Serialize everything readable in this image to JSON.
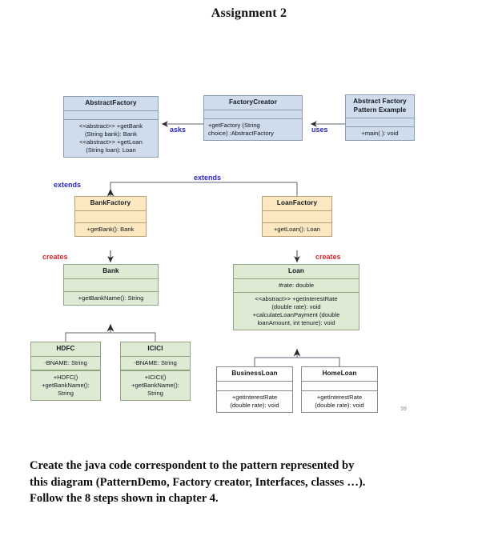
{
  "document": {
    "title": "Assignment 2",
    "page_number": "39"
  },
  "instructions": {
    "lines": [
      "Create the java code correspondent to the pattern represented by",
      "this diagram (PatternDemo, Factory creator, Interfaces, classes …).",
      "Follow the 8 steps shown in chapter 4."
    ]
  },
  "colors": {
    "abstract_box": "#cfdcec",
    "factory_box": "#fbe8c0",
    "product_box": "#dfead4",
    "leaf_box": "#fdfdfd",
    "extends_label": "#2a27c4",
    "creates_label": "#d8262c",
    "line": "#5a6470"
  },
  "diagram": {
    "type": "uml-class-diagram",
    "pattern": "Abstract Factory Pattern Example",
    "classes": [
      {
        "id": "abstract-factory",
        "name": "AbstractFactory",
        "color": "abstract_box",
        "attributes": [],
        "methods": [
          "<<abstract>> +getBank",
          "(String bank): Bank",
          "<<abstract>> +getLoan",
          "(String loan): Loan"
        ]
      },
      {
        "id": "factory-creator",
        "name": "FactoryCreator",
        "color": "abstract_box",
        "attributes": [],
        "methods": [
          "+getFactory (String",
          "choice) :AbstractFactory"
        ]
      },
      {
        "id": "pattern-example",
        "name_lines": [
          "Abstract Factory",
          "Pattern Example"
        ],
        "name": "Abstract Factory Pattern Example",
        "color": "abstract_box",
        "attributes": [],
        "methods": [
          "+main( ): void"
        ]
      },
      {
        "id": "bank-factory",
        "name": "BankFactory",
        "color": "factory_box",
        "attributes": [],
        "methods": [
          "+getBank(): Bank"
        ]
      },
      {
        "id": "loan-factory",
        "name": "LoanFactory",
        "color": "factory_box",
        "attributes": [],
        "methods": [
          "+getLoan(): Loan"
        ]
      },
      {
        "id": "bank",
        "name": "Bank",
        "color": "product_box",
        "attributes": [],
        "methods": [
          "+getBankName(): String"
        ]
      },
      {
        "id": "loan",
        "name": "Loan",
        "color": "product_box",
        "attributes": [
          "#rate: double"
        ],
        "methods": [
          "<<abstract>> +getInterestRate",
          "(double rate): void",
          "+calculateLoanPayment (double",
          "loanAmount, int tenure): void"
        ]
      },
      {
        "id": "hdfc",
        "name": "HDFC",
        "color": "product_box",
        "attributes": [
          "-BNAME: String"
        ],
        "methods": [
          "+HDFC()",
          "+getBankName():",
          "String"
        ]
      },
      {
        "id": "icici",
        "name": "ICICI",
        "color": "product_box",
        "attributes": [
          "-BNAME: String"
        ],
        "methods": [
          "+ICICI()",
          "+getBankName():",
          "String"
        ]
      },
      {
        "id": "business-loan",
        "name": "BusinessLoan",
        "color": "leaf_box",
        "attributes": [],
        "methods": [
          "+getInterestRate",
          "(double rate): void"
        ]
      },
      {
        "id": "home-loan",
        "name": "HomeLoan",
        "color": "leaf_box",
        "attributes": [],
        "methods": [
          "+getInterestRate",
          "(double rate): void"
        ]
      }
    ],
    "relationships": [
      {
        "id": "asks",
        "label": "asks",
        "from": "factory-creator",
        "to": "abstract-factory",
        "style": "arrow",
        "label_color": "extends_label"
      },
      {
        "id": "uses",
        "label": "uses",
        "from": "pattern-example",
        "to": "factory-creator",
        "style": "arrow",
        "label_color": "extends_label"
      },
      {
        "id": "extends-bankfactory",
        "label": "extends",
        "from": "bank-factory",
        "to": "abstract-factory",
        "style": "inheritance",
        "label_color": "extends_label"
      },
      {
        "id": "extends-loanfactory",
        "label": "extends",
        "from": "loan-factory",
        "to": "abstract-factory",
        "style": "inheritance",
        "label_color": "extends_label"
      },
      {
        "id": "creates-bank",
        "label": "creates",
        "from": "bank-factory",
        "to": "bank",
        "style": "arrow",
        "label_color": "creates_label"
      },
      {
        "id": "creates-loan",
        "label": "creates",
        "from": "loan-factory",
        "to": "loan",
        "style": "arrow",
        "label_color": "creates_label"
      },
      {
        "id": "bank-inheritance",
        "label": "",
        "from": "hdfc,icici",
        "to": "bank",
        "style": "inheritance",
        "label_color": "line"
      },
      {
        "id": "loan-inheritance",
        "label": "",
        "from": "business-loan,home-loan",
        "to": "loan",
        "style": "inheritance",
        "label_color": "line"
      }
    ]
  }
}
